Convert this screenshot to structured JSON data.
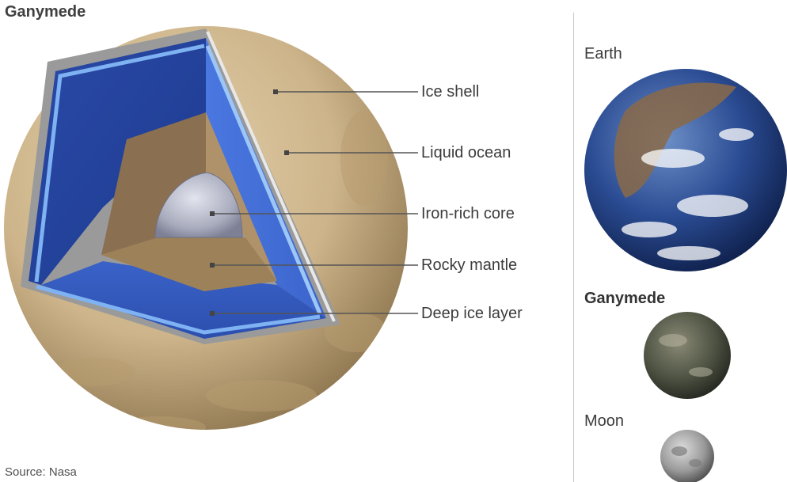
{
  "title": "Ganymede",
  "source": "Source: Nasa",
  "layers": {
    "ice_shell": "Ice shell",
    "liquid_ocean": "Liquid ocean",
    "iron_core": "Iron-rich core",
    "rocky_mantle": "Rocky mantle",
    "deep_ice": "Deep ice layer"
  },
  "comparison": {
    "earth": "Earth",
    "ganymede": "Ganymede",
    "moon": "Moon"
  },
  "colors": {
    "crust": "#cdb48a",
    "ocean": "#2f55b8",
    "mantle": "#a8895e",
    "core": "#b9bccb",
    "earth_ocean": "#1f3f88"
  }
}
